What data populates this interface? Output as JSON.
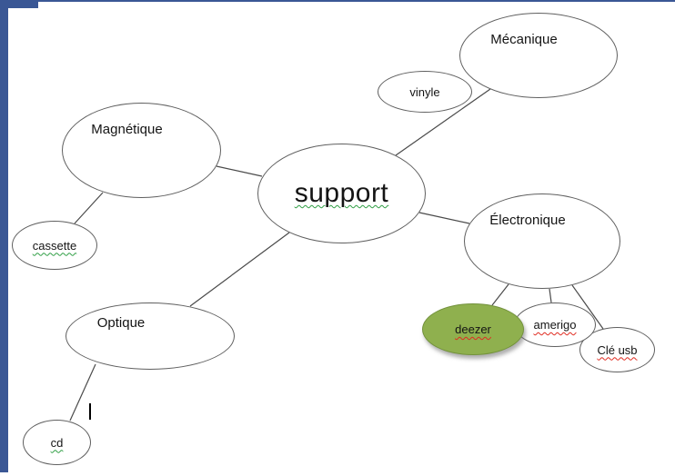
{
  "page": {
    "border_color": "#3a5795",
    "background": "#ffffff"
  },
  "diagram": {
    "nodes": {
      "support": {
        "label": "support",
        "underline": "grammar"
      },
      "mecanique": {
        "label": "Mécanique",
        "underline": "none"
      },
      "vinyle": {
        "label": "vinyle",
        "underline": "none"
      },
      "magnetique": {
        "label": "Magnétique",
        "underline": "none"
      },
      "cassette": {
        "label": "cassette",
        "underline": "grammar"
      },
      "electronique": {
        "label": "Électronique",
        "underline": "none"
      },
      "deezer": {
        "label": "deezer",
        "underline": "spelling"
      },
      "amerigo": {
        "label": "amerigo",
        "underline": "spelling"
      },
      "cle_usb": {
        "label": "Clé usb",
        "underline": "spelling"
      },
      "optique": {
        "label": "Optique",
        "underline": "none"
      },
      "cd": {
        "label": "cd",
        "underline": "grammar"
      }
    },
    "edges": [
      {
        "from": "support",
        "to": "mecanique"
      },
      {
        "from": "support",
        "to": "magnetique"
      },
      {
        "from": "support",
        "to": "electronique"
      },
      {
        "from": "support",
        "to": "optique"
      },
      {
        "from": "magnetique",
        "to": "cassette"
      },
      {
        "from": "electronique",
        "to": "deezer"
      },
      {
        "from": "electronique",
        "to": "amerigo"
      },
      {
        "from": "electronique",
        "to": "cle_usb"
      },
      {
        "from": "optique",
        "to": "cd"
      }
    ],
    "colors": {
      "node_fill": "#ffffff",
      "node_outline": "#5f5f5f",
      "highlight_node_fill": "#8fb04e",
      "connector": "#4a4a4a",
      "spelling_underline": "#e02b20",
      "grammar_underline": "#2f9e44"
    }
  }
}
